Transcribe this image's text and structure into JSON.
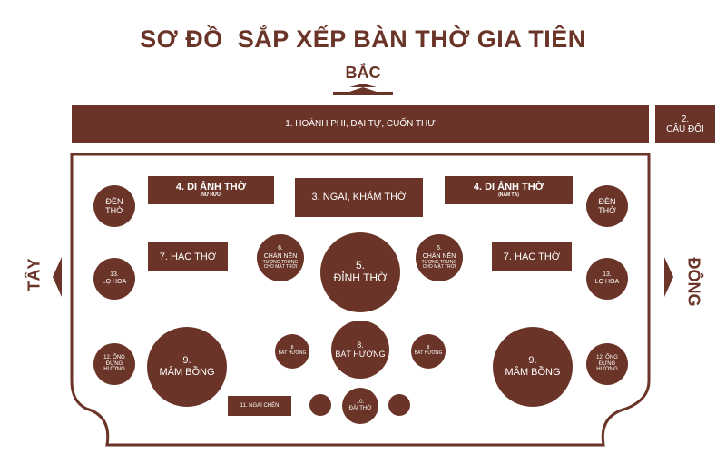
{
  "title": "SƠ ĐỒ  SẮP XẾP BÀN THỜ GIA TIÊN",
  "directions": {
    "north": "BẮC",
    "west": "TÂY",
    "east": "ĐÔNG"
  },
  "items": {
    "hoanh_phi": "1.  HOÀNH PHI, ĐẠI TỰ, CUỐN THƯ",
    "cau_doi_num": "2.",
    "cau_doi": "CÂU ĐỐI",
    "di_anh_left": "4. DI ẢNH THỜ",
    "di_anh_left_sub": "(NỮ HỮU)",
    "ngai_kham": "3. NGAI, KHÁM THỜ",
    "di_anh_right": "4. DI ẢNH THỜ",
    "di_anh_right_sub": "(NAM TẢ)",
    "den_tho_line1": "ĐÈN",
    "den_tho_line2": "THỜ",
    "hac_tho": "7. HẠC THỜ",
    "chan_nen_num": "6.",
    "chan_nen": "CHÂN NẾN",
    "chan_nen_sub": "TƯỢNG TRƯNG CHO MẶT TRỜI",
    "dinh_tho_num": "5.",
    "dinh_tho": "ĐỈNH THỜ",
    "lo_hoa_num": "13.",
    "lo_hoa": "LỌ HOA",
    "ong_dung_huong_num": "12. ỐNG",
    "ong_dung_huong_1": "ĐỰNG",
    "ong_dung_huong_2": "HƯƠNG",
    "mam_bong_num": "9.",
    "mam_bong": "MÂM BỒNG",
    "bat_huong_small_num": "8",
    "bat_huong_small": "BÁT HƯƠNG",
    "bat_huong_num": "8.",
    "bat_huong": "BÁT HƯƠNG",
    "ngai_chen": "11. NGAI CHÉN",
    "dai_tho_num": "10.",
    "dai_tho": "ĐÀI THỜ"
  }
}
